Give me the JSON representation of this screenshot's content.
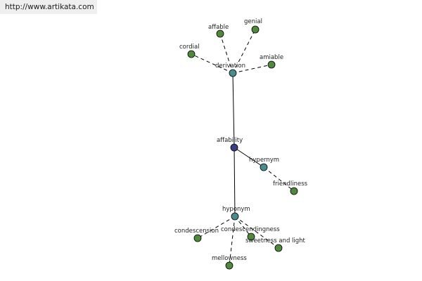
{
  "header": {
    "url": "http://www.artikata.com"
  },
  "colors": {
    "center": "#3b3f88",
    "relation": "#4a8c8c",
    "leaf": "#4f8a3c",
    "edge": "#000000"
  },
  "graph": {
    "nodes": [
      {
        "id": "affability",
        "label": "affability",
        "kind": "center"
      },
      {
        "id": "derivation",
        "label": "derivation",
        "kind": "relation"
      },
      {
        "id": "hypernym",
        "label": "hypernym",
        "kind": "relation"
      },
      {
        "id": "hyponym",
        "label": "hyponym",
        "kind": "relation"
      },
      {
        "id": "affable",
        "label": "affable",
        "kind": "leaf"
      },
      {
        "id": "genial",
        "label": "genial",
        "kind": "leaf"
      },
      {
        "id": "cordial",
        "label": "cordial",
        "kind": "leaf"
      },
      {
        "id": "amiable",
        "label": "amiable",
        "kind": "leaf"
      },
      {
        "id": "friendliness",
        "label": "friendliness",
        "kind": "leaf"
      },
      {
        "id": "condescension",
        "label": "condescension",
        "kind": "leaf"
      },
      {
        "id": "condescendingness",
        "label": "condescendingness",
        "kind": "leaf"
      },
      {
        "id": "sweetness-and-light",
        "label": "sweetness and light",
        "kind": "leaf"
      },
      {
        "id": "mellowness",
        "label": "mellowness",
        "kind": "leaf"
      }
    ],
    "edges": [
      {
        "from": "affability",
        "to": "derivation",
        "style": "solid"
      },
      {
        "from": "affability",
        "to": "hypernym",
        "style": "solid"
      },
      {
        "from": "affability",
        "to": "hyponym",
        "style": "solid"
      },
      {
        "from": "derivation",
        "to": "affable",
        "style": "dashed"
      },
      {
        "from": "derivation",
        "to": "genial",
        "style": "dashed"
      },
      {
        "from": "derivation",
        "to": "cordial",
        "style": "dashed"
      },
      {
        "from": "derivation",
        "to": "amiable",
        "style": "dashed"
      },
      {
        "from": "hypernym",
        "to": "friendliness",
        "style": "dashed"
      },
      {
        "from": "hyponym",
        "to": "condescension",
        "style": "dashed"
      },
      {
        "from": "hyponym",
        "to": "condescendingness",
        "style": "dashed"
      },
      {
        "from": "hyponym",
        "to": "sweetness-and-light",
        "style": "dashed"
      },
      {
        "from": "hyponym",
        "to": "mellowness",
        "style": "dashed"
      }
    ]
  }
}
